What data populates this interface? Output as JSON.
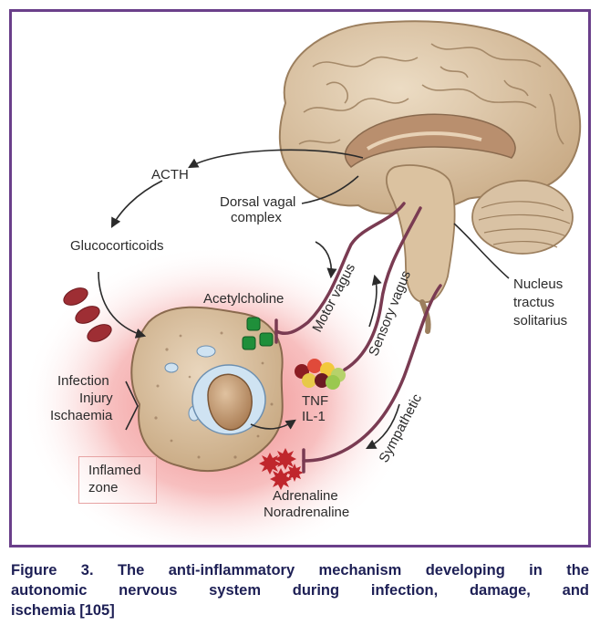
{
  "labels": {
    "acth": "ACTH",
    "dorsal_vagal_line1": "Dorsal vagal",
    "dorsal_vagal_line2": "complex",
    "glucocorticoids": "Glucocorticoids",
    "acetylcholine": "Acetylcholine",
    "motor_vagus": "Motor vagus",
    "sensory_vagus": "Sensory vagus",
    "nucleus_line1": "Nucleus",
    "nucleus_line2": "tractus",
    "nucleus_line3": "solitarius",
    "infection": "Infection",
    "injury": "Injury",
    "ischaemia": "Ischaemia",
    "tnf": "TNF",
    "il1": "IL-1",
    "sympathetic": "Sympathetic",
    "inflamed_line1": "Inflamed",
    "inflamed_line2": "zone",
    "adrenaline": "Adrenaline",
    "noradrenaline": "Noradrenaline"
  },
  "caption": {
    "line1": "Figure 3. The anti-inflammatory mechanism developing in the",
    "line2": "autonomic nervous system during infection, damage, and",
    "line3": "ischemia [105]"
  },
  "colors": {
    "frame": "#6a3f8a",
    "caption_text": "#1d1f55",
    "nerve": "#7a3b52",
    "brain": "#dcc6a8",
    "inflamed_glow": "#f28b8b",
    "cell_body": "#d8bfa0",
    "nucleus": "#c49a72",
    "acetylcholine_green": "#1f8f3a"
  }
}
